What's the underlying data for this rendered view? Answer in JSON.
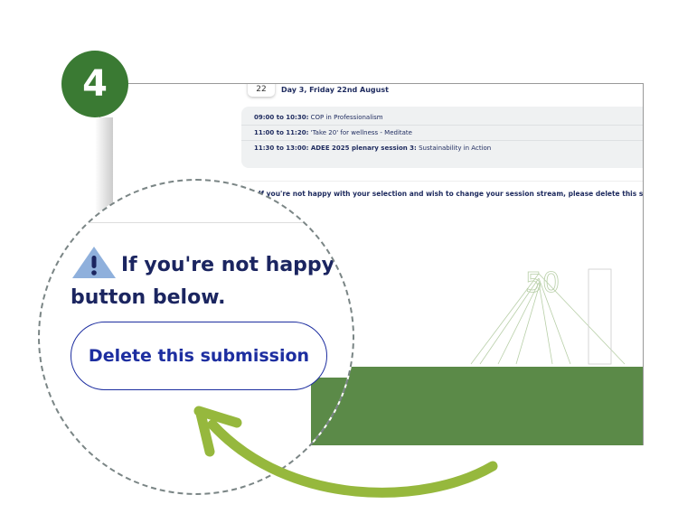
{
  "step_number": "4",
  "schedule": {
    "date_number": "22",
    "day_title": "Day 3, Friday 22nd August",
    "sessions": [
      {
        "time": "09:00 to 10:30:",
        "title": "COP in Professionalism"
      },
      {
        "time": "11:00 to 11:20:",
        "title": "'Take 20' for wellness - Meditate"
      },
      {
        "time": "11:30 to 13:00: ADEE 2025 plenary session 3:",
        "title": "Sustainability in Action"
      }
    ]
  },
  "notice_small": "If you're not happy with your selection and wish to change your session stream, please delete this submission by c",
  "magnified": {
    "warning_line1": "If you're not happy w",
    "warning_line2": "button below.",
    "delete_button": "Delete this submission"
  },
  "colors": {
    "badge": "#3a7a33",
    "footer": "#5b8a48",
    "arrow": "#96b83d",
    "button": "#1d2ea0"
  }
}
